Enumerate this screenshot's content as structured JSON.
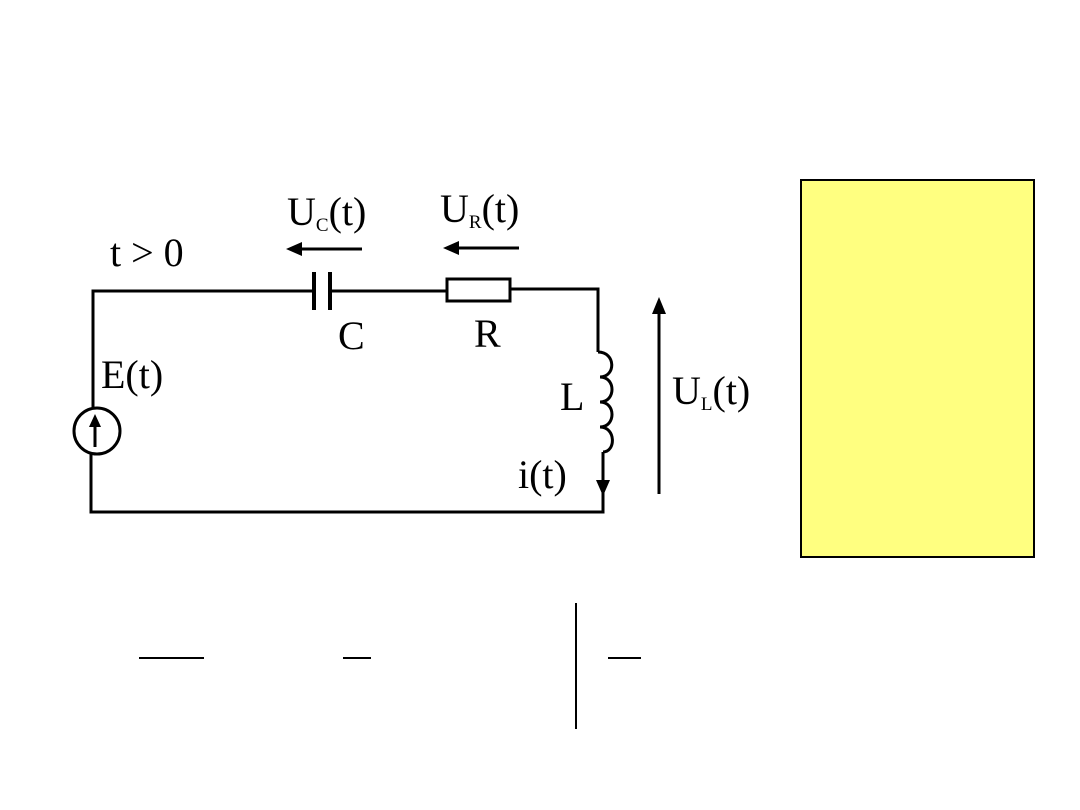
{
  "circuit": {
    "condition": "t > 0",
    "source": {
      "label": "E(t)"
    },
    "capacitor": {
      "label": "C",
      "voltage_main": "U",
      "voltage_sub": "C",
      "voltage_tail": "(t)"
    },
    "resistor": {
      "label": "R",
      "voltage_main": "U",
      "voltage_sub": "R",
      "voltage_tail": "(t)"
    },
    "inductor": {
      "label": "L",
      "voltage_main": "U",
      "voltage_sub": "L",
      "voltage_tail": "(t)"
    },
    "current": {
      "label": "i(t)"
    }
  },
  "colors": {
    "wire": "#000000",
    "panel_fill": "#ffff80",
    "panel_border": "#000000"
  }
}
